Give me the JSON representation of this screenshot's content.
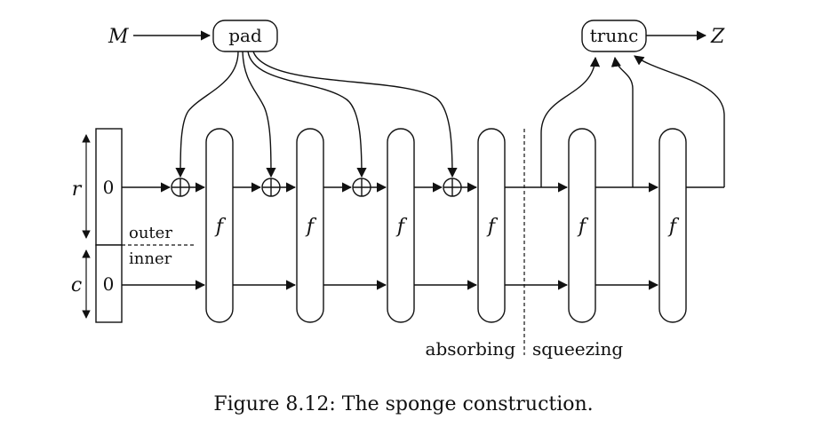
{
  "diagram": {
    "input_symbol": "M",
    "output_symbol": "Z",
    "pad_label": "pad",
    "trunc_label": "trunc",
    "rate_symbol": "r",
    "capacity_symbol": "c",
    "state_init_rate": "0",
    "state_init_capacity": "0",
    "outer_label": "outer",
    "inner_label": "inner",
    "function_symbol": "f",
    "absorbing_label": "absorbing",
    "squeezing_label": "squeezing",
    "caption": "Figure 8.12: The sponge construction.",
    "f_blocks": [
      "f",
      "f",
      "f",
      "f",
      "f",
      "f"
    ]
  }
}
